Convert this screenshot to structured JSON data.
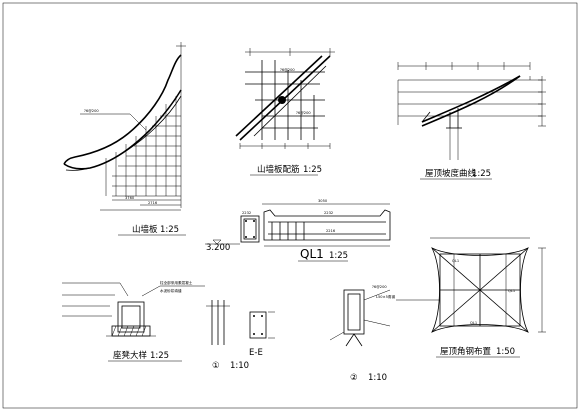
{
  "titles": {
    "gable_board": "山墙板",
    "gable_board_scale": "1:25",
    "gable_rebar": "山墙板配筋",
    "gable_rebar_scale": "1:25",
    "roof_curve": "屋顶坡度曲线",
    "roof_curve_scale": "1:25",
    "ql1": "QL1",
    "ql1_scale": "1:25",
    "seat_beam": "座凳大样",
    "seat_beam_scale": "1:25",
    "detail1_num": "①",
    "detail1_scale": "1:10",
    "section_ee": "E-E",
    "detail2_num": "②",
    "detail2_scale": "1:10",
    "roof_corner": "屋顶角钢布置",
    "roof_corner_scale": "1:50"
  },
  "notes": {
    "elevation": "3.200",
    "rebar_gable": "?6@200",
    "dim_3760": "3760",
    "dim_2716": "2716",
    "ql1_dim": "3050",
    "ql1_2232": "2232",
    "ql1_2216": "2216",
    "angle_steel": "L50×5角钢",
    "ql1_label": "QL1",
    "seat_note1": "柱全部采用素混凝土",
    "seat_note2": "水泥砂浆填缝"
  }
}
